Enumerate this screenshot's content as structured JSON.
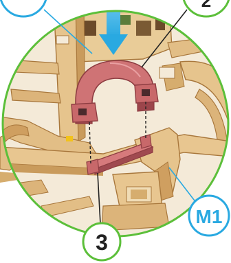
{
  "callouts": {
    "part_3": "3",
    "part_m1": "M1",
    "part_2_partial": "2"
  },
  "colors": {
    "circle_border": "#5cbf3a",
    "callout_blue": "#29a9e1",
    "arrow_blue": "#29a9e1",
    "wood_light": "#e8c690",
    "wood_mid": "#d6ad6e",
    "wood_dark": "#a8773c",
    "part_red": "#c8686a",
    "part_red_dark": "#8e3d42"
  },
  "icons": {
    "insert_arrow": "arrow-down-icon"
  }
}
